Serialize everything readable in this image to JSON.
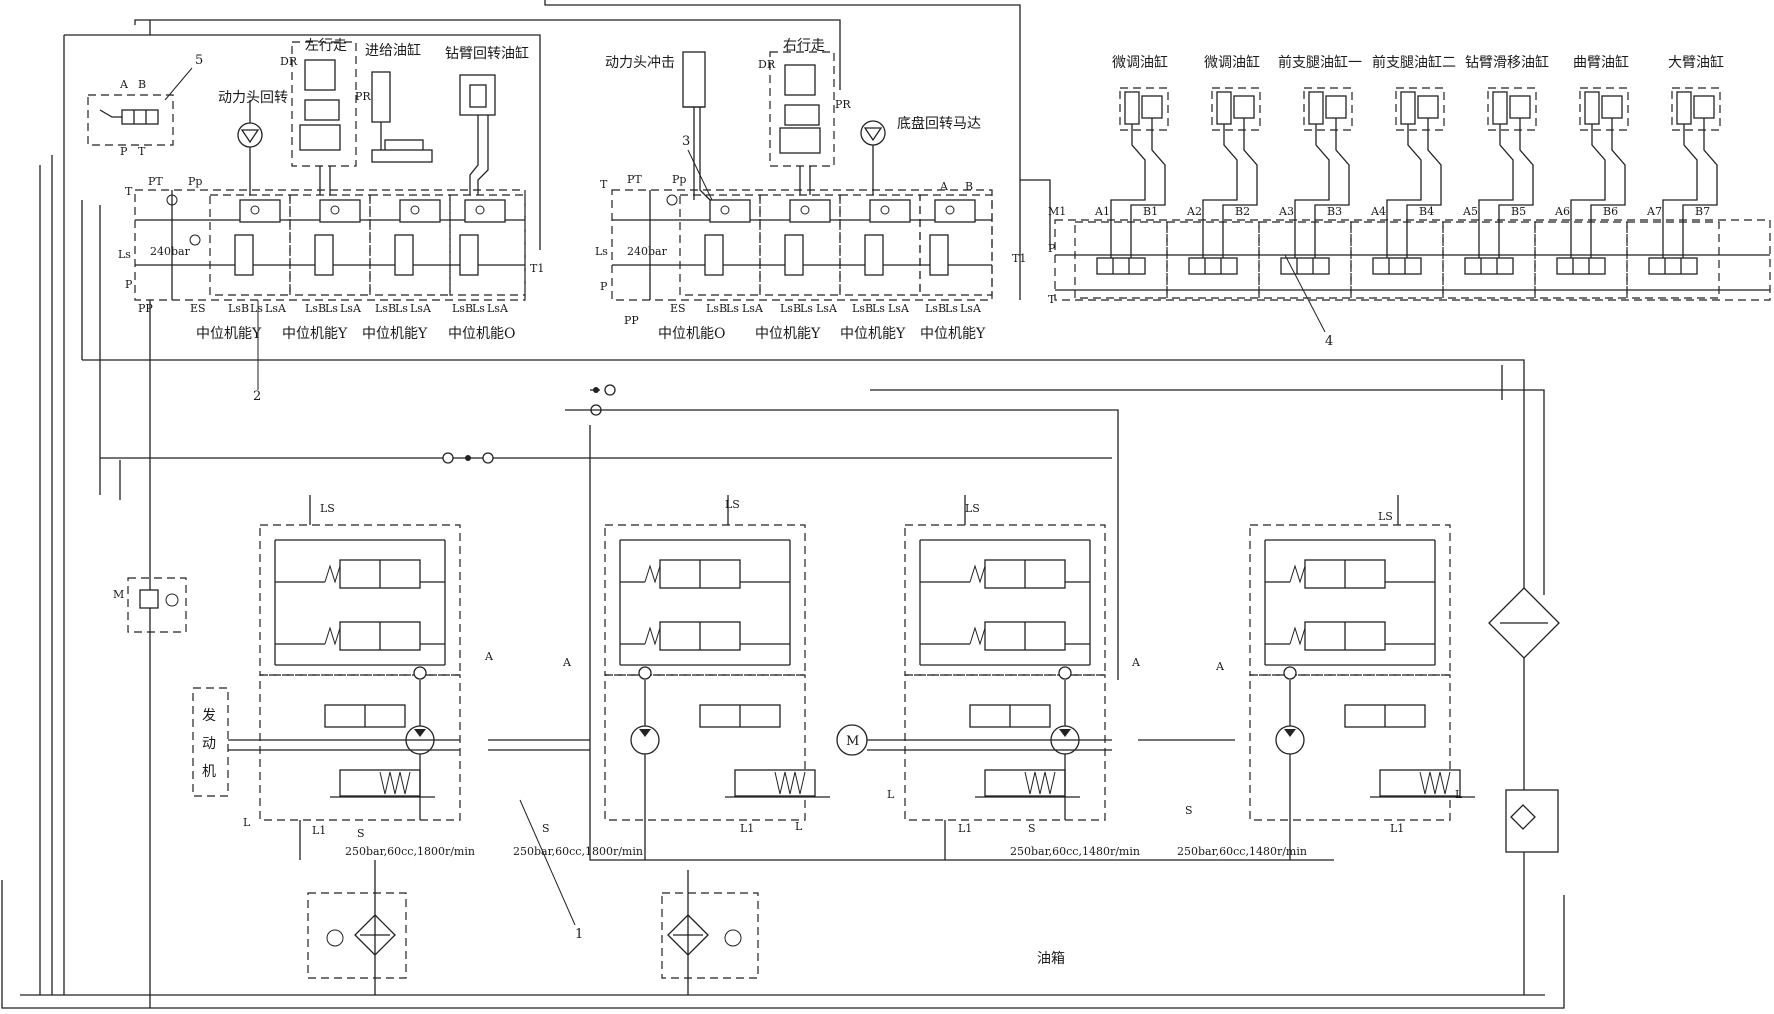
{
  "labels": {
    "top": {
      "zuo_xingzou": "左行走",
      "jingei_yougang": "进给油缸",
      "zuanbi_huizhuan": "钻臂回转油缸",
      "donglitou_huizhuan": "动力头回转",
      "donglitou_chongji": "动力头冲击",
      "you_xingzou": "右行走",
      "dipan_huizhuan": "底盘回转马达",
      "weitiao_1": "微调油缸",
      "weitiao_2": "微调油缸",
      "qianzhitui_1": "前支腿油缸一",
      "qianzhitui_2": "前支腿油缸二",
      "zuanbi_huayi": "钻臂滑移油缸",
      "qubi": "曲臂油缸",
      "dabi": "大臂油缸"
    },
    "zhongwei": {
      "a1": "中位机能Y",
      "a2": "中位机能Y",
      "a3": "中位机能Y",
      "a4": "中位机能O",
      "b1": "中位机能O",
      "b2": "中位机能Y",
      "b3": "中位机能Y",
      "b4": "中位机能Y"
    },
    "valve_ports": {
      "t": "T",
      "pt": "PT",
      "pp": "Pp",
      "ls": "Ls",
      "p": "P",
      "pp2": "PP",
      "es": "ES",
      "t1": "T1",
      "bar240": "240bar",
      "lsb": "LsB",
      "ls2": "Ls",
      "lsa": "LsA",
      "dr": "DR",
      "pr": "PR",
      "a": "A",
      "b": "B",
      "m1": "M1",
      "m": "M"
    },
    "cyl_ports": [
      "A1",
      "B1",
      "A2",
      "B2",
      "A3",
      "B3",
      "A4",
      "B4",
      "A5",
      "B5",
      "A6",
      "B6",
      "A7",
      "B7"
    ],
    "pump_ports": {
      "ls": "LS",
      "a": "A",
      "s": "S",
      "l": "L",
      "l1": "L1"
    },
    "pump_specs": {
      "p1": "250bar,60cc,1800r/min",
      "p2": "250bar,60cc,1800r/min",
      "p3": "250bar,60cc,1480r/min",
      "p4": "250bar,60cc,1480r/min"
    },
    "engine": [
      "发",
      "动",
      "机"
    ],
    "motor": "M",
    "tank": "油箱",
    "callouts": [
      "1",
      "2",
      "3",
      "4",
      "5"
    ]
  }
}
